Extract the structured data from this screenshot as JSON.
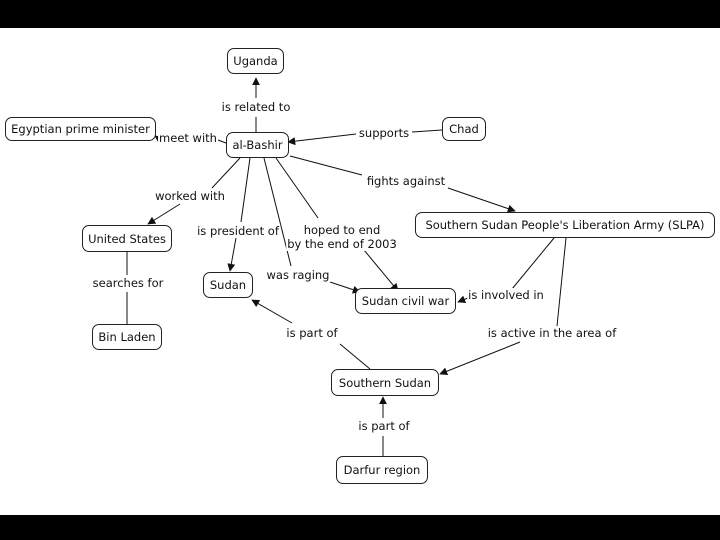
{
  "concepts": {
    "uganda": "Uganda",
    "egyptian_pm": "Egyptian prime minister",
    "al_bashir": "al-Bashir",
    "chad": "Chad",
    "united_states": "United States",
    "slpa": "Southern Sudan People's Liberation Army (SLPA)",
    "sudan": "Sudan",
    "sudan_civil_war": "Sudan civil war",
    "bin_laden": "Bin Laden",
    "southern_sudan": "Southern Sudan",
    "darfur_region": "Darfur region"
  },
  "links": {
    "is_related_to": "is related to",
    "meet_with": "meet with",
    "supports": "supports",
    "worked_with": "worked with",
    "fights_against": "fights against",
    "is_president_of": "is president of",
    "hoped_to_end_1": "hoped to end",
    "hoped_to_end_2": "by the end of 2003",
    "searches_for": "searches for",
    "was_raging": "was raging",
    "is_involved_in": "is involved in",
    "is_part_of_sudan": "is part of",
    "is_active_in": "is active in the area of",
    "is_part_of_southern": "is part of"
  }
}
